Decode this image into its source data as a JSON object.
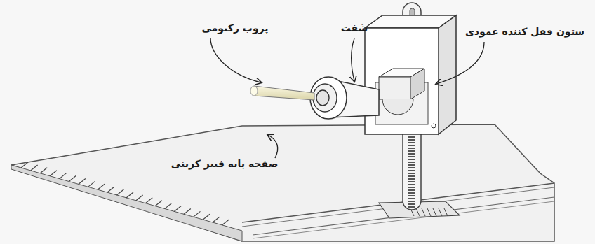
{
  "diagram": {
    "labels": [
      "پروب رکتومی",
      "شَفت",
      "ستون قفل کننده عمودی",
      "صفحه پایه فیبر کربنی"
    ]
  }
}
